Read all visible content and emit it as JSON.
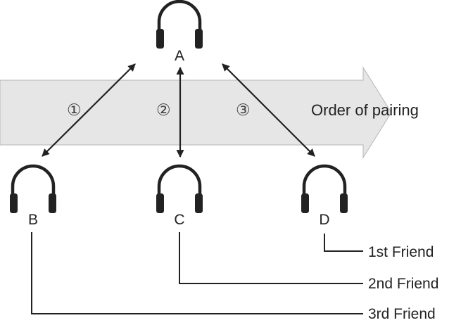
{
  "arrow_label": "Order of pairing",
  "nodes": [
    {
      "id": "A",
      "label": "A"
    },
    {
      "id": "B",
      "label": "B"
    },
    {
      "id": "C",
      "label": "C"
    },
    {
      "id": "D",
      "label": "D"
    }
  ],
  "steps": [
    {
      "label": "①"
    },
    {
      "label": "②"
    },
    {
      "label": "③"
    }
  ],
  "friends": [
    {
      "label": "1st Friend",
      "node": "D"
    },
    {
      "label": "2nd Friend",
      "node": "C"
    },
    {
      "label": "3rd Friend",
      "node": "B"
    }
  ],
  "colors": {
    "band_fill": "#e6e6e6",
    "band_stroke": "#b5b5b5",
    "ink": "#222222"
  }
}
